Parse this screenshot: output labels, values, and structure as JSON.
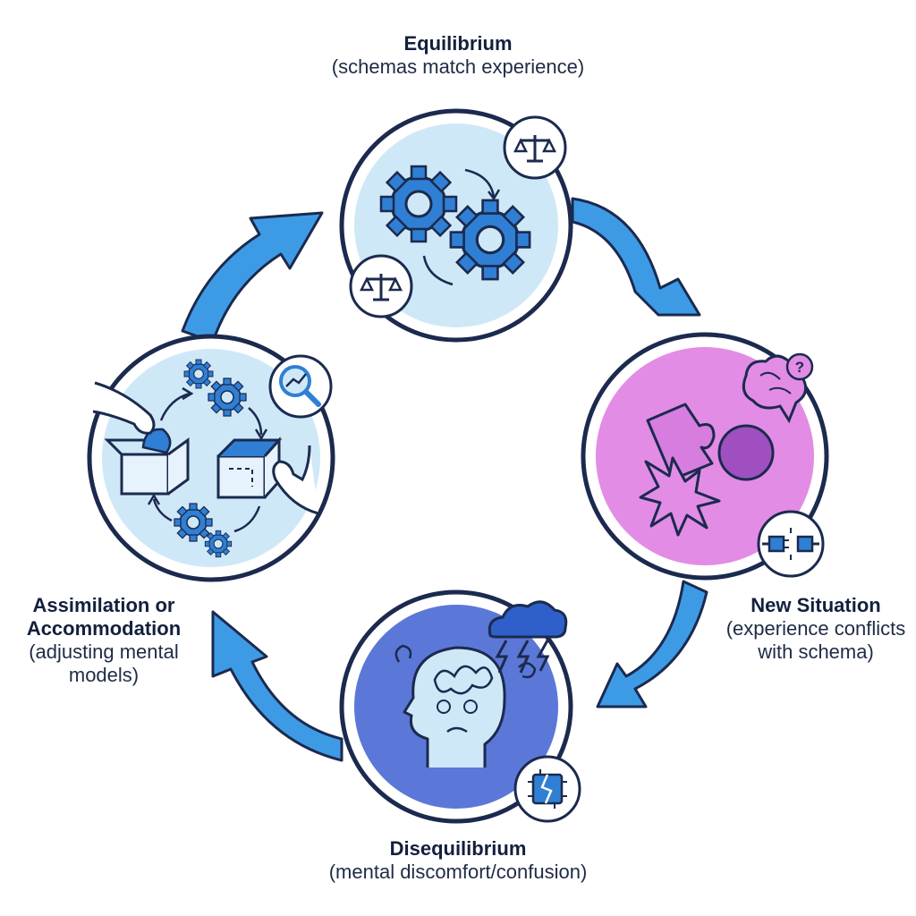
{
  "stages": {
    "equilibrium": {
      "title": "Equilibrium",
      "subtitle": "(schemas match experience)"
    },
    "new_situation": {
      "title": "New Situation",
      "subtitle": "(experience conflicts with schema)"
    },
    "disequilibrium": {
      "title": "Disequilibrium",
      "subtitle": "(mental discomfort/confusion)"
    },
    "adaptation": {
      "title": "Assimilation or Accommodation",
      "subtitle": "(adjusting mental models)"
    }
  },
  "colors": {
    "arrow": "#3d9be6",
    "outline": "#1b2a4e",
    "equilibrium_fill": "#cfe8f8",
    "new_situation_fill": "#e28ce6",
    "disequilibrium_fill": "#5b78d8",
    "adaptation_fill": "#cfe8f8",
    "icon_blue": "#2f7fd4"
  }
}
